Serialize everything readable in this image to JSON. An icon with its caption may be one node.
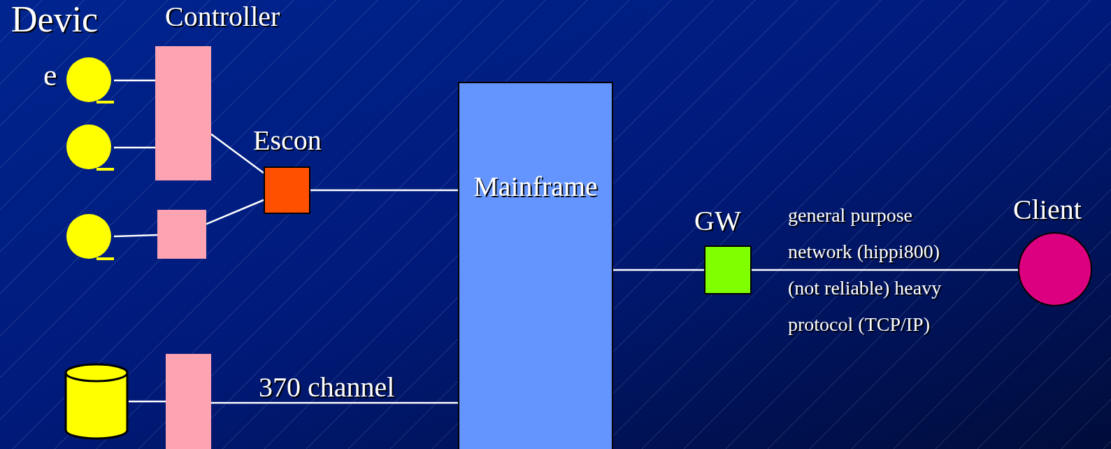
{
  "diagram": {
    "nodes": [
      {
        "text": [
          "Controller"
        ]
      },
      {
        "text": [],
        "shape": "circle"
      },
      {
        "text": [],
        "shape": "circle"
      },
      {
        "text": [
          "Escon"
        ]
      },
      {
        "text": [],
        "shape": "box"
      },
      {
        "text": [],
        "shape": "circle"
      },
      {
        "text": [
          "Mainframe"
        ]
      },
      {
        "text": [
          "GW"
        ]
      },
      {
        "text": [
          "Client"
        ]
      },
      {
        "text": [],
        "shape": "cylinder"
      },
      {
        "text": [],
        "shape": "box"
      }
    ],
    "edges": [
      {
        "from": 1,
        "to": 0,
        "arrow": "none"
      },
      {
        "from": 2,
        "to": 0,
        "arrow": "none"
      },
      {
        "from": 5,
        "to": 4,
        "arrow": "none"
      },
      {
        "from": 0,
        "to": 3,
        "arrow": "none"
      },
      {
        "from": 4,
        "to": 3,
        "arrow": "none"
      },
      {
        "from": 3,
        "to": 6,
        "arrow": "none"
      },
      {
        "from": 6,
        "to": 7,
        "arrow": "none"
      },
      {
        "from": 7,
        "to": 8,
        "arrow": "none",
        "label": "general purpose network (hippi800) (not reliable) heavy protocol (TCP/IP)"
      },
      {
        "from": 9,
        "to": 10,
        "arrow": "none"
      },
      {
        "from": 10,
        "to": 6,
        "arrow": "none",
        "label": "370 channel"
      }
    ],
    "labels": [
      "Devic",
      "e"
    ]
  }
}
